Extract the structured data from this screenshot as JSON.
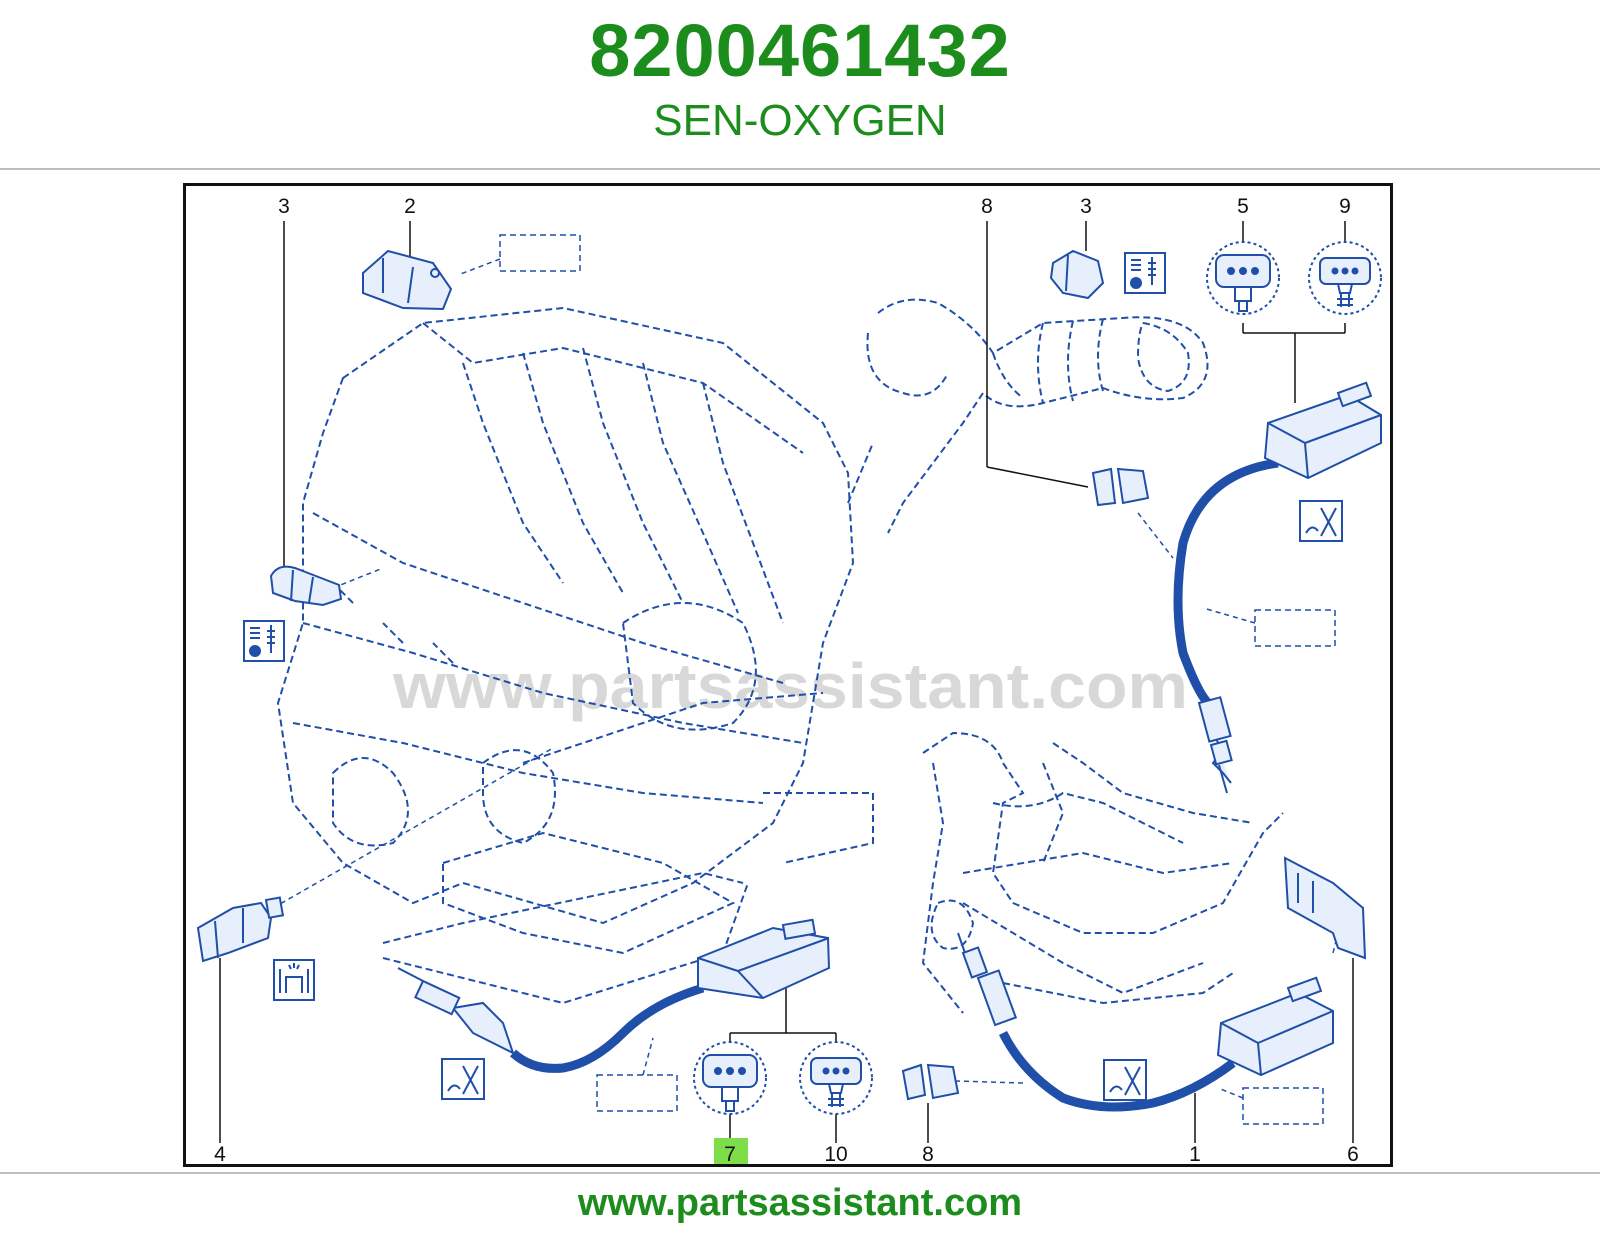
{
  "header": {
    "part_number": "8200461432",
    "part_description": "SEN-OXYGEN"
  },
  "diagram": {
    "callouts": {
      "c3_left": "3",
      "c2": "2",
      "c8_top": "8",
      "c3_right": "3",
      "c5": "5",
      "c9": "9",
      "c4": "4",
      "c7": "7",
      "c10": "10",
      "c8_bottom": "8",
      "c1": "1",
      "c6": "6"
    },
    "highlighted_callout": "7",
    "highlight_color": "#7dde4a",
    "watermark": "www.partsassistant.com",
    "line_color": "#1f4fa8"
  },
  "footer": {
    "url": "www.partsassistant.com"
  }
}
